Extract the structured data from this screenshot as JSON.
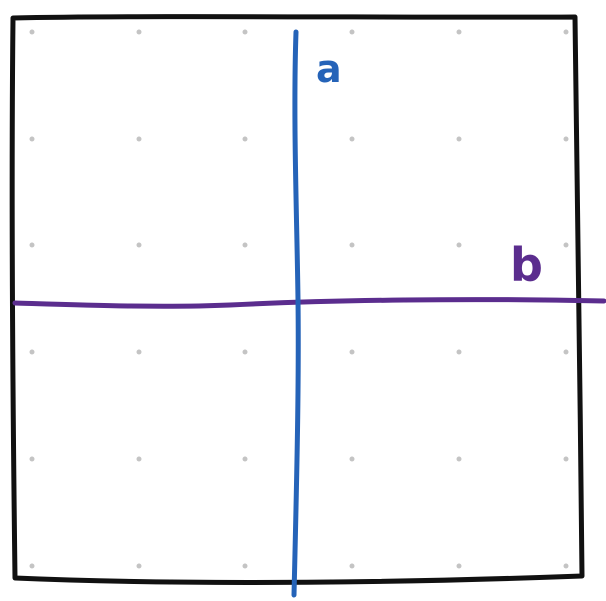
{
  "diagram": {
    "lines": [
      {
        "id": "a",
        "label": "a",
        "orientation": "vertical",
        "color": "#2563b8"
      },
      {
        "id": "b",
        "label": "b",
        "orientation": "horizontal",
        "color": "#5b2d8e"
      }
    ],
    "frame_color": "#111111",
    "dot_color": "#c4c4c4",
    "background": "#ffffff"
  }
}
